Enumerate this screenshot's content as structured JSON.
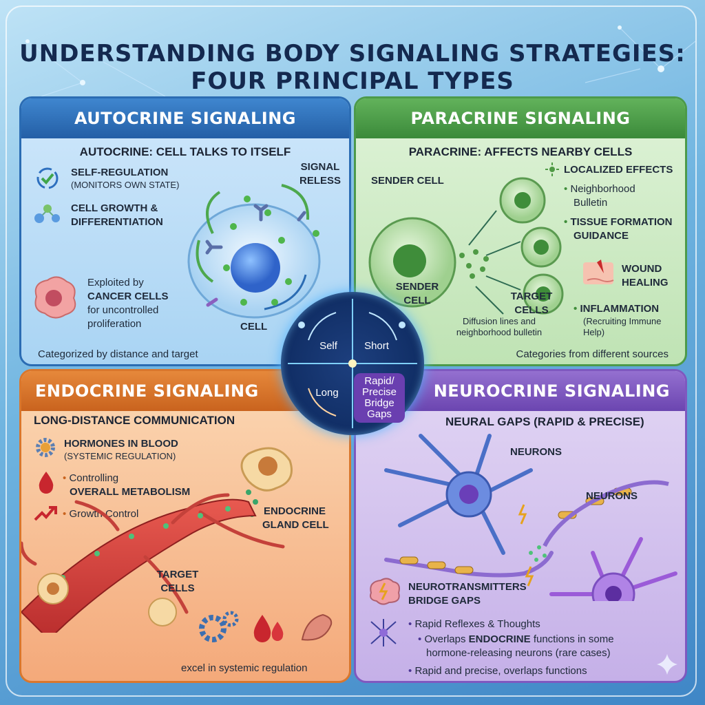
{
  "title_line1": "UNDERSTANDING BODY SIGNALING STRATEGIES:",
  "title_line2": "FOUR PRINCIPAL TYPES",
  "autocrine": {
    "header": "AUTOCRINE SIGNALING",
    "subtitle": "AUTOCRINE: CELL TALKS TO ITSELF",
    "item1_title": "SELF-REGULATION",
    "item1_sub": "(MONITORS OWN STATE)",
    "item2_line1": "CELL GROWTH &",
    "item2_line2": "DIFFERENTIATION",
    "signal_line1": "SIGNAL",
    "signal_line2": "RELESS",
    "cancer_line1": "Exploited by",
    "cancer_line2": "CANCER CELLS",
    "cancer_line3": "for uncontrolled",
    "cancer_line4": "proliferation",
    "cell_label": "CELL",
    "footer": "Categorized by distance and target"
  },
  "paracrine": {
    "header": "PARACRINE SIGNALING",
    "subtitle": "PARACRINE: AFFECTS NEARBY CELLS",
    "sender_top": "SENDER CELL",
    "sender_bottom_line1": "SENDER",
    "sender_bottom_line2": "CELL",
    "target_line1": "TARGET",
    "target_line2": "CELLS",
    "diffusion_line1": "Diffusion lines and",
    "diffusion_line2": "neighborhood bulletin",
    "localized": "LOCALIZED EFFECTS",
    "neighborhood_line1": "Neighborhood",
    "neighborhood_line2": "Bulletin",
    "tissue_line1": "TISSUE FORMATION",
    "tissue_line2": "GUIDANCE",
    "wound_line1": "WOUND",
    "wound_line2": "HEALING",
    "inflammation": "INFLAMMATION",
    "inflammation_sub_line1": "(Recruiting Immune",
    "inflammation_sub_line2": "Help)",
    "footer": "Categories from different sources"
  },
  "hub": {
    "self": "Self",
    "short": "Short",
    "long": "Long",
    "rapid_line1": "Rapid/",
    "rapid_line2": "Precise",
    "rapid_line3": "Bridge",
    "rapid_line4": "Gaps"
  },
  "endocrine": {
    "header": "ENDOCRINE SIGNALING",
    "subtitle": "LONG-DISTANCE COMMUNICATION",
    "hormones": "HORMONES IN BLOOD",
    "hormones_sub": "(SYSTEMIC REGULATION)",
    "controlling": "Controlling",
    "metabolism": "OVERALL METABOLISM",
    "growth": "Growth Control",
    "gland_line1": "ENDOCRINE",
    "gland_line2": "GLAND CELL",
    "target_line1": "TARGET",
    "target_line2": "CELLS",
    "footer": "excel in systemic regulation"
  },
  "neurocrine": {
    "header": "NEUROCRINE SIGNALING",
    "subtitle": "NEURAL GAPS (RAPID & PRECISE)",
    "neurons_1": "NEURONS",
    "neurons_2": "NEURONS",
    "nt_line1": "NEUROTRANSMITTERS",
    "nt_line2": "BRIDGE GAPS",
    "reflexes": "Rapid Reflexes & Thoughts",
    "overlaps_prefix": "Overlaps ",
    "overlaps_bold": "ENDOCRINE",
    "overlaps_suffix": " functions in some",
    "overlaps_line2": "hormone-releasing neurons (rare cases)",
    "rapid": "Rapid and precise, overlaps functions"
  },
  "colors": {
    "autocrine": "#2b6cb3",
    "paracrine": "#4c9a4a",
    "endocrine": "#d9772d",
    "neurocrine": "#7f58bf",
    "title": "#14294f"
  }
}
